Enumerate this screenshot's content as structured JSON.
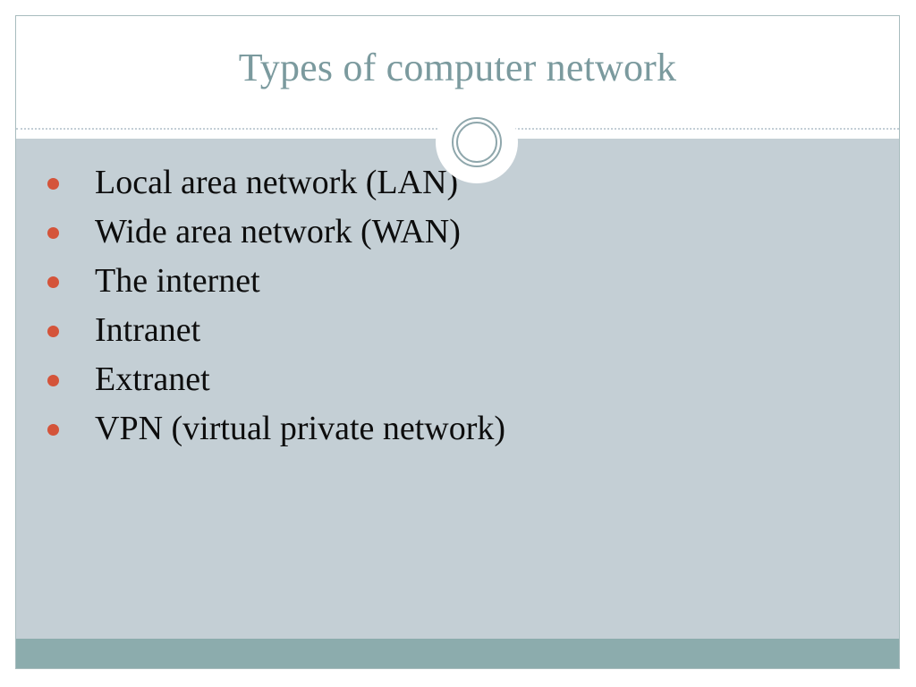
{
  "slide": {
    "title": "Types of computer network",
    "bullets": [
      {
        "text": "Local area network (LAN)"
      },
      {
        "text": "Wide area network (WAN)"
      },
      {
        "text": "The internet"
      },
      {
        "text": "Intranet"
      },
      {
        "text": "Extranet"
      },
      {
        "text": "VPN (virtual private network)"
      }
    ],
    "ornament": "double-ring-circle",
    "colors": {
      "title": "#7b9a9e",
      "body_background": "#c4cfd5",
      "header_background": "#ffffff",
      "bullet_marker": "#d4543a",
      "body_text": "#0d0d0d",
      "footer_band": "#8cacad",
      "slide_border": "#a8bcbe",
      "dotted_rule": "#c3ced6",
      "ring_stroke": "#8fa7ac"
    }
  }
}
